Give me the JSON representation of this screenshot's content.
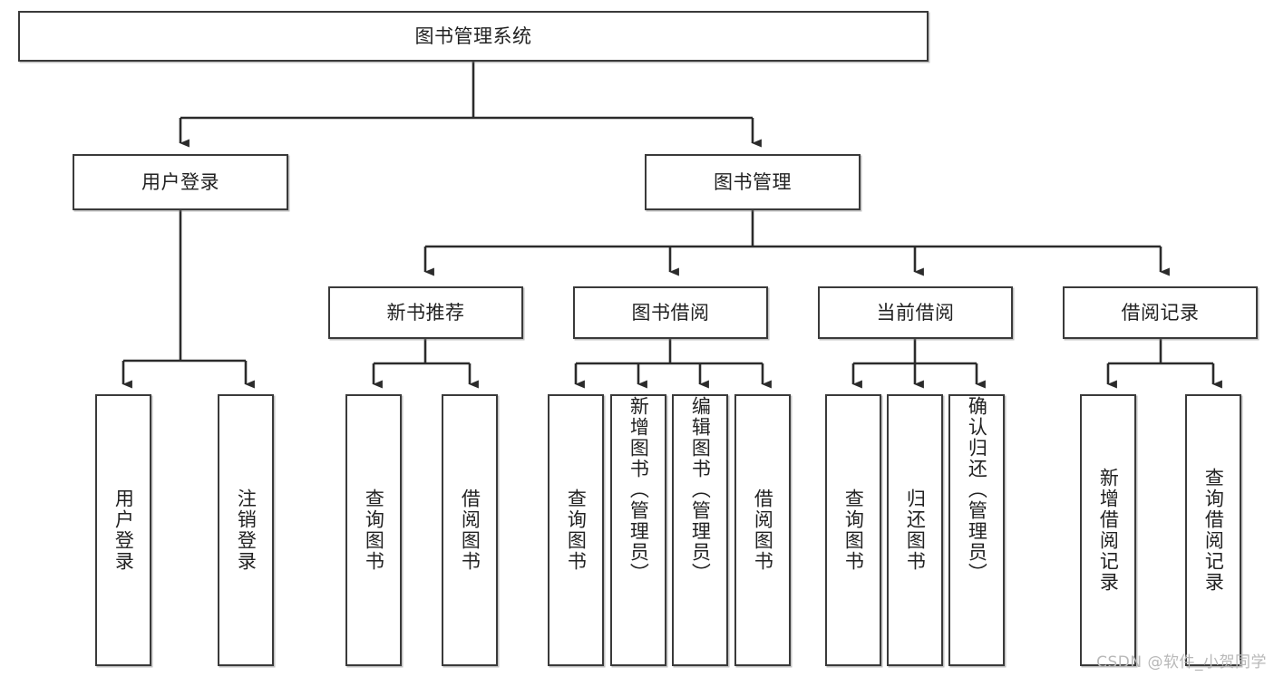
{
  "diagram": {
    "type": "hierarchy-tree",
    "title": "图书管理系统",
    "watermark": "CSDN @软件_小贺同学",
    "colors": {
      "box_border": "#3a3a3a",
      "box_fill": "#ffffff",
      "connector": "#2b2b2b",
      "text": "#222222",
      "watermark": "#b8b8b8"
    },
    "root": {
      "label": "图书管理系统"
    },
    "level2": [
      {
        "label": "用户登录"
      },
      {
        "label": "图书管理"
      }
    ],
    "level3": [
      {
        "label": "新书推荐"
      },
      {
        "label": "图书借阅"
      },
      {
        "label": "当前借阅"
      },
      {
        "label": "借阅记录"
      }
    ],
    "leaves": {
      "user_login": [
        {
          "label": "用户登录"
        },
        {
          "label": "注销登录"
        }
      ],
      "new_book_recommend": [
        {
          "label": "查询图书"
        },
        {
          "label": "借阅图书"
        }
      ],
      "book_borrow": [
        {
          "label": "查询图书"
        },
        {
          "label": "新增图书（管理员）"
        },
        {
          "label": "编辑图书（管理员）"
        },
        {
          "label": "借阅图书"
        }
      ],
      "current_borrow": [
        {
          "label": "查询图书"
        },
        {
          "label": "归还图书"
        },
        {
          "label": "确认归还（管理员）"
        }
      ],
      "borrow_record": [
        {
          "label": "新增借阅记录"
        },
        {
          "label": "查询借阅记录"
        }
      ]
    }
  }
}
